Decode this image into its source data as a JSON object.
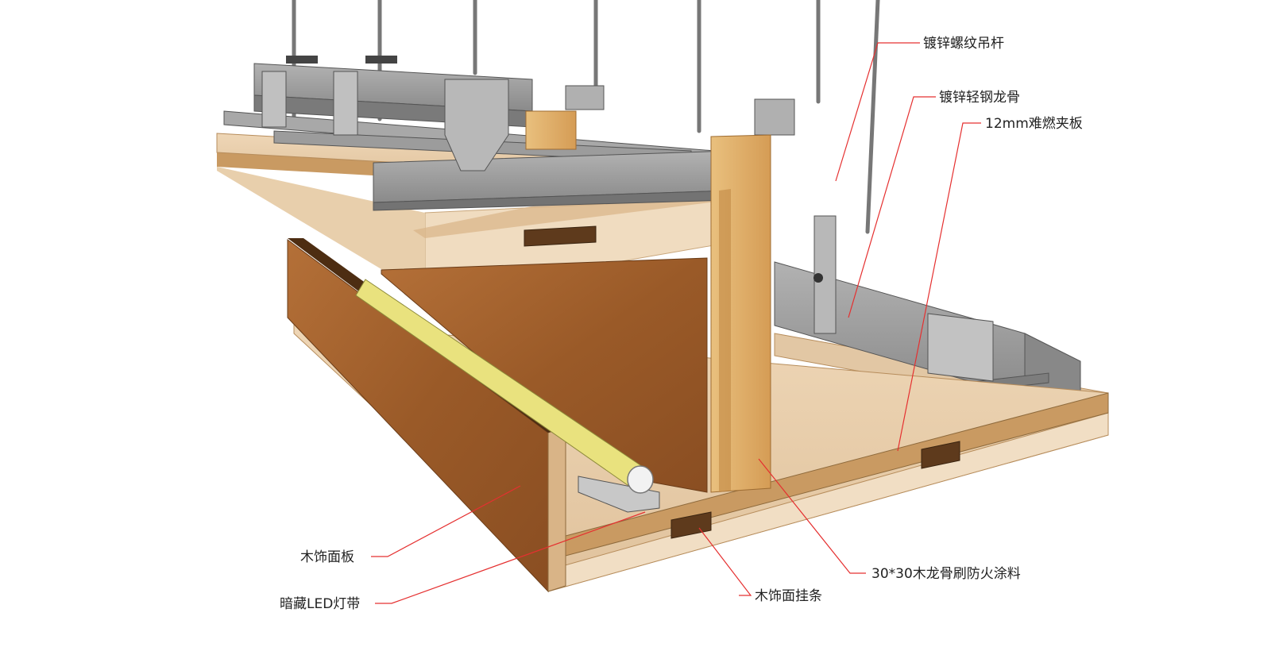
{
  "labels": {
    "hanger_rod": "镀锌螺纹吊杆",
    "light_keel": "镀锌轻钢龙骨",
    "plywood": "12mm难燃夹板",
    "wood_keel": "30*30木龙骨刷防火涂料",
    "wood_strip": "木饰面挂条",
    "wood_panel": "木饰面板",
    "led_strip": "暗藏LED灯带"
  },
  "colors": {
    "leader": "#e53030",
    "steel": "#9a9a9a",
    "steel_dark": "#6e6e6e",
    "plywood": "#e6c9a4",
    "plywood_edge": "#c99a62",
    "wood_veneer": "#a0602d",
    "keel_wood": "#e2b06c",
    "strip": "#5e3a1c",
    "led": "#e8e07a"
  }
}
